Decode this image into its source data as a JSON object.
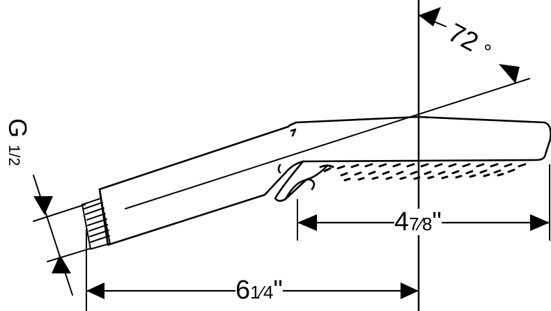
{
  "diagram": {
    "stroke_color": "#000000",
    "background": "#ffffff",
    "dimensions": {
      "overall_length": {
        "whole": "6",
        "fraction": "1⁄4",
        "unit": "\""
      },
      "spray_face_length": {
        "whole": "4",
        "fraction": "7⁄8",
        "unit": "\""
      }
    },
    "angle": {
      "value": "72",
      "unit": "°"
    },
    "thread": {
      "prefix": "G",
      "fraction": "1/2"
    }
  }
}
